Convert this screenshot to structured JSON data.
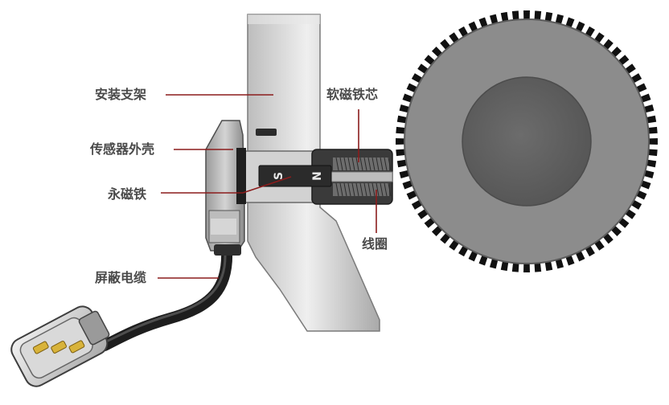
{
  "labels": {
    "mounting_bracket": "安装支架",
    "sensor_housing": "传感器外壳",
    "permanent_magnet": "永磁铁",
    "soft_iron_core": "软磁铁芯",
    "coil": "线圈",
    "shielded_cable": "屏蔽电缆"
  },
  "magnet_poles": {
    "south": "S",
    "north": "N"
  },
  "colors": {
    "leader_line": "#8b1c1c",
    "label_text": "#4a4a4a",
    "wheel": "#8c8c8c",
    "hub": "#5f5f5f",
    "teeth": "#111111",
    "bracket": "#d6d6d6"
  }
}
